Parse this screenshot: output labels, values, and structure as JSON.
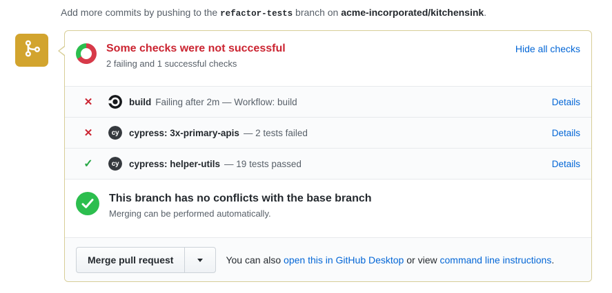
{
  "glyphs": {
    "fail": "✕",
    "pass": "✓",
    "cypress": "cy"
  },
  "colors": {
    "badge_yellow": "#d2a42e",
    "box_border": "#d7cd96",
    "fail_red": "#cb2431",
    "pass_green": "#28a745",
    "donut_red": "#d73a49",
    "donut_green": "#2cbe4e",
    "link_blue": "#0366d6"
  },
  "note": {
    "prefix": "Add more commits by pushing to the",
    "branch": "refactor-tests",
    "middle": "branch on",
    "repo": "acme-incorporated/kitchensink",
    "suffix": "."
  },
  "merge_box": {
    "checks_summary": {
      "title": "Some checks were not successful",
      "subtitle": "2 failing and 1 successful checks",
      "toggle_label": "Hide all checks"
    },
    "checks": [
      {
        "status": "failing",
        "app": "circleci",
        "name": "build",
        "description": "Failing after 2m — Workflow: build",
        "details_label": "Details"
      },
      {
        "status": "failing",
        "app": "cypress",
        "name": "cypress: 3x-primary-apis",
        "description": "— 2 tests failed",
        "details_label": "Details"
      },
      {
        "status": "successful",
        "app": "cypress",
        "name": "cypress: helper-utils",
        "description": "— 19 tests passed",
        "details_label": "Details"
      }
    ],
    "mergeability": {
      "title": "This branch has no conflicts with the base branch",
      "subtitle": "Merging can be performed automatically."
    },
    "merge_actions": {
      "merge_button_label": "Merge pull request",
      "alt_prefix": "You can also",
      "desktop_link_label": "open this in GitHub Desktop",
      "alt_middle": "or view",
      "cli_link_label": "command line instructions",
      "alt_suffix": "."
    }
  }
}
